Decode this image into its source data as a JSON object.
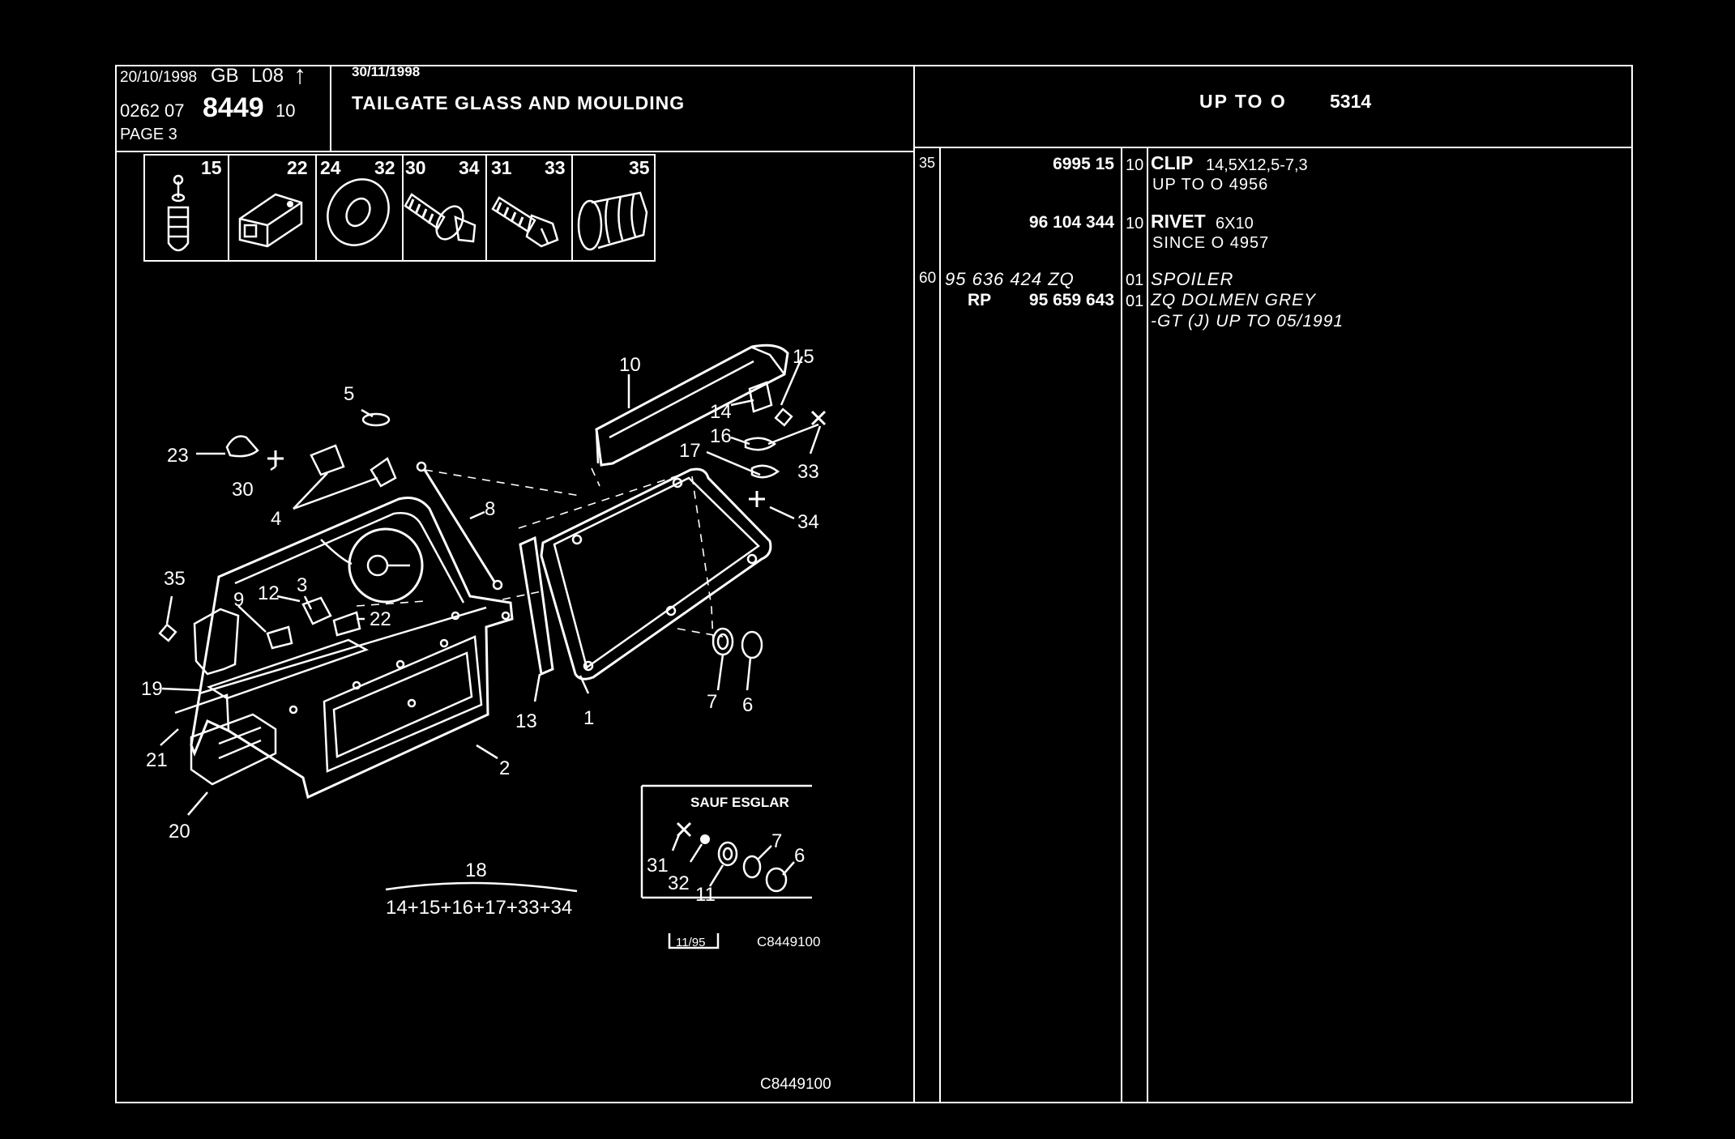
{
  "header": {
    "date_left": "20/10/1998",
    "country_code": "GB",
    "model_code": "L08",
    "arrow_glyph": "↑",
    "ref_prefix": "0262 07",
    "ref_main": "8449",
    "ref_suffix": "10",
    "page": "PAGE 3",
    "date_right": "30/11/1998",
    "title": "TAILGATE GLASS AND MOULDING",
    "range_label": "UP TO O",
    "range_value": "5314"
  },
  "hardware_strip": [
    {
      "numbers": [
        "15"
      ],
      "icon": "push-pin-clip-icon"
    },
    {
      "numbers": [
        "22"
      ],
      "icon": "clip-block-icon"
    },
    {
      "numbers": [
        "24",
        "32"
      ],
      "icon": "washer-icon"
    },
    {
      "numbers": [
        "30",
        "34"
      ],
      "icon": "flange-screw-icon"
    },
    {
      "numbers": [
        "31",
        "33"
      ],
      "icon": "bolt-icon"
    },
    {
      "numbers": [
        "35"
      ],
      "icon": "expansion-plug-icon"
    }
  ],
  "diagram": {
    "callouts": [
      "10",
      "15",
      "14",
      "16",
      "17",
      "33",
      "34",
      "5",
      "23",
      "30",
      "4",
      "8",
      "35",
      "12",
      "3",
      "9",
      "22",
      "19",
      "21",
      "20",
      "13",
      "1",
      "2",
      "7",
      "6"
    ],
    "group_number": "18",
    "group_formula": "14+15+16+17+33+34",
    "inset": {
      "title": "SAUF ESGLAR",
      "callouts": [
        "31",
        "32",
        "11",
        "7",
        "6"
      ]
    },
    "date_stamp": "11/95",
    "drawing_ref": "C8449100",
    "footer_ref": "C8449100"
  },
  "parts": [
    {
      "item": "35",
      "rp": "",
      "part_number": "6995 15",
      "qty": "10",
      "name": "CLIP",
      "spec": "14,5X12,5-7,3",
      "note": "UP TO O 4956",
      "italic": false
    },
    {
      "item": "",
      "rp": "",
      "part_number": "96 104 344",
      "qty": "10",
      "name": "RIVET",
      "spec": "6X10",
      "note": "SINCE O 4957",
      "italic": false
    },
    {
      "item": "60",
      "rp": "",
      "part_number": "95 636 424 ZQ",
      "qty": "01",
      "name": "SPOILER",
      "spec": "",
      "note": "",
      "italic": true
    },
    {
      "item": "",
      "rp": "RP",
      "part_number": "95 659 643",
      "qty": "01",
      "name": "ZQ DOLMEN GREY",
      "spec": "",
      "note": "-GT (J) UP TO 05/1991",
      "italic": true
    }
  ]
}
